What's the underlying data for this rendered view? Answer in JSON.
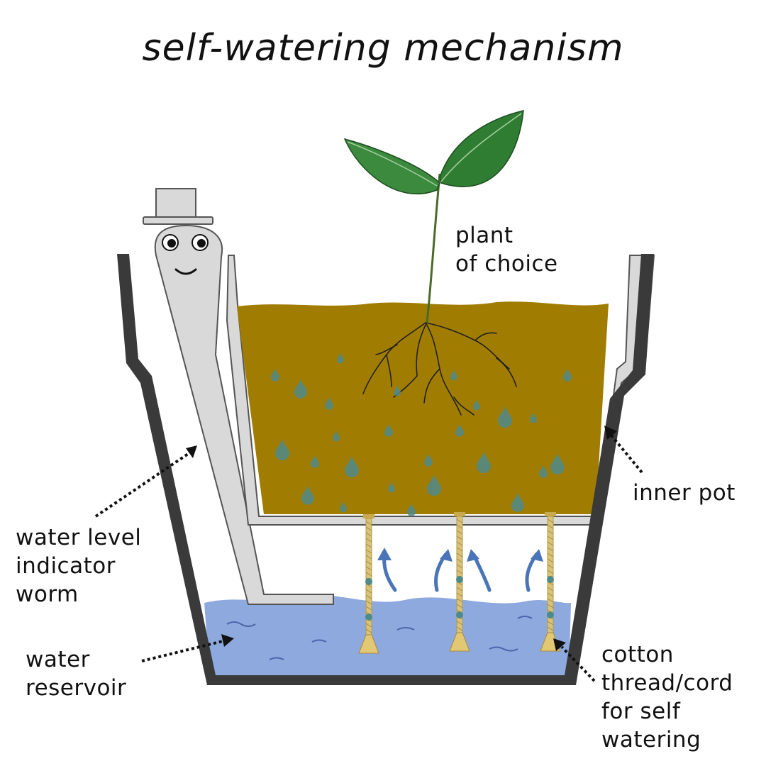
{
  "title": "self-watering mechanism",
  "labels": {
    "plant": [
      "plant",
      "of choice"
    ],
    "inner_pot": [
      "inner pot"
    ],
    "worm": [
      "water level",
      "indicator",
      "worm"
    ],
    "reservoir": [
      "water",
      "reservoir"
    ],
    "cord": [
      "cotton",
      "thread/cord",
      "for self",
      "watering"
    ]
  },
  "colors": {
    "soil": "#a07d00",
    "water": "#8ea9de",
    "pot_outline": "#3a3a3a",
    "pot_fill": "#d9d9d9",
    "leaf": "#2f7d32",
    "droplet": "#4f8a8b",
    "arrow": "#4a74b8",
    "cord": "#d9c27a"
  },
  "icons": [
    "plant-icon",
    "worm-icon",
    "top-hat-icon",
    "water-droplet-icon",
    "up-arrow-icon",
    "cotton-cord-icon"
  ]
}
